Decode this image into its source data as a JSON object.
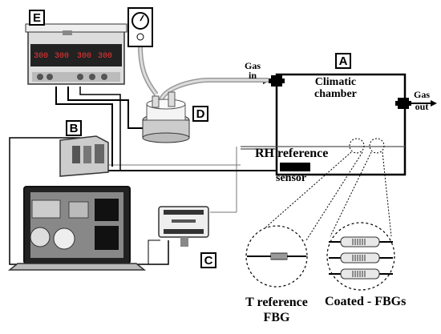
{
  "labels": {
    "a": "A",
    "b": "B",
    "c": "C",
    "d": "D",
    "e": "E"
  },
  "chamber": {
    "title_line1": "Climatic",
    "title_line2": "chamber",
    "gas_in_line1": "Gas",
    "gas_in_line2": "in",
    "gas_out_line1": "Gas",
    "gas_out_line2": "out"
  },
  "sensor": {
    "rh_line1": "RH reference",
    "rh_line2": "sensor"
  },
  "fbg": {
    "t_reference_line1": "T reference",
    "t_reference_line2": "FBG",
    "coated": "Coated - FBGs"
  },
  "psu": {
    "display_1": "300",
    "display_2": "300",
    "display_3": "300",
    "display_4": "300"
  }
}
